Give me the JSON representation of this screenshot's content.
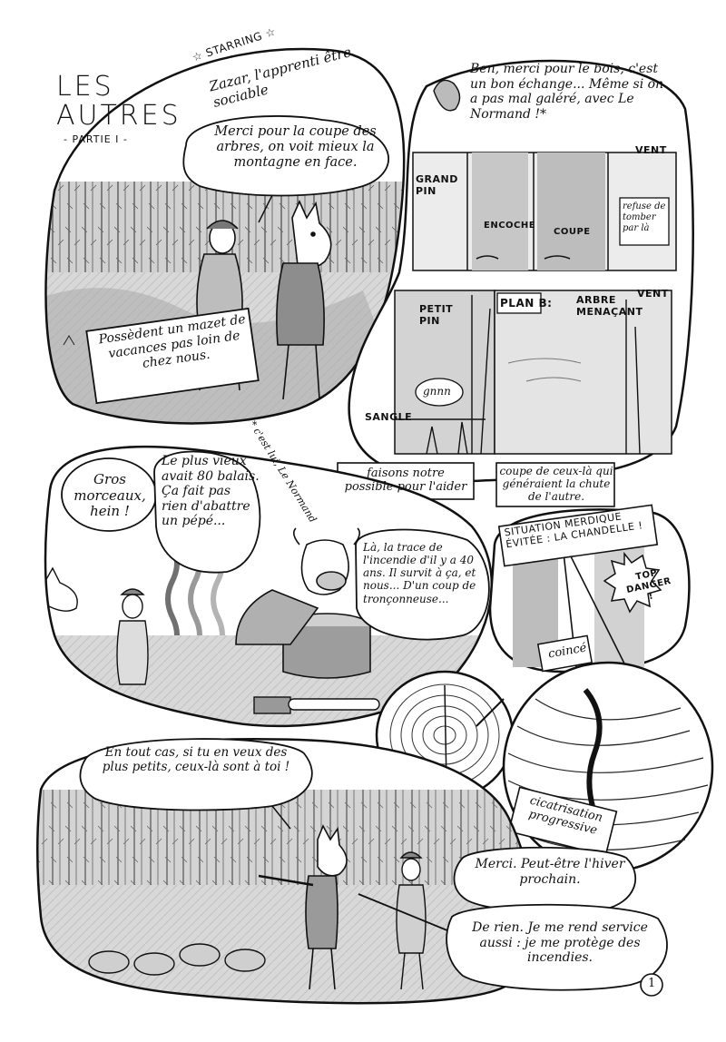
{
  "page": {
    "title": "LES AUTRES",
    "subtitle": "- PARTIE I -",
    "starring": "☆ STARRING ☆",
    "starring_line": "Zazar, l'apprenti être sociable",
    "page_number": "1"
  },
  "panel1": {
    "bubble": "Merci pour la coupe des arbres, on voit mieux la montagne en face.",
    "caption": "Possèdent un mazet de vacances pas loin de chez nous."
  },
  "panel2": {
    "bubble": "Ben, merci pour le bois, c'est un bon échange... Même si on a pas mal galéré, avec Le Normand !*",
    "labels": {
      "grand_pin": "GRAND PIN",
      "encoche": "ENCOCHE",
      "coupe": "COUPE",
      "vent_top": "VENT",
      "refuse": "refuse de tomber par là",
      "petit_pin": "PETIT PIN",
      "plan_b": "PLAN B:",
      "arbre_menacant": "ARBRE MENAÇANT",
      "vent_bottom": "VENT",
      "gnnn": "gnnn",
      "sangle": "SANGLE",
      "caption_left": "faisons notre possible pour l'aider",
      "caption_right": "coupe de ceux-là qui généraient la chute de l'autre."
    },
    "footnote": "* c'est lui, Le Normand"
  },
  "panel3": {
    "bubble_wolf": "Gros morceaux, hein !",
    "bubble_old": "Le plus vieux avait 80 balais. Ça fait pas rien d'abattre un pépé...",
    "bubble_bull": "Là, la trace de l'incendie d'il y a 40 ans. Il survit à ça, et nous... D'un coup de tronçonneuse..."
  },
  "panel4": {
    "header": "SITUATION MERDIQUE ÉVITÉE : LA CHANDELLE !",
    "top_danger": "TOP DANGER !",
    "coince": "coincé"
  },
  "panel5": {
    "caption": "cicatrisation progressive"
  },
  "panel6": {
    "bubble_wolf": "En tout cas, si tu en veux des plus petits, ceux-là sont à toi !",
    "bubble_reply1": "Merci. Peut-être l'hiver prochain.",
    "bubble_reply2": "De rien. Je me rend service aussi : je me protège des incendies."
  },
  "colors": {
    "ink": "#111111",
    "wash_dark": "#8f8f8f",
    "wash_mid": "#b9b9b9",
    "wash_light": "#dcdcdc",
    "paper": "#ffffff"
  }
}
